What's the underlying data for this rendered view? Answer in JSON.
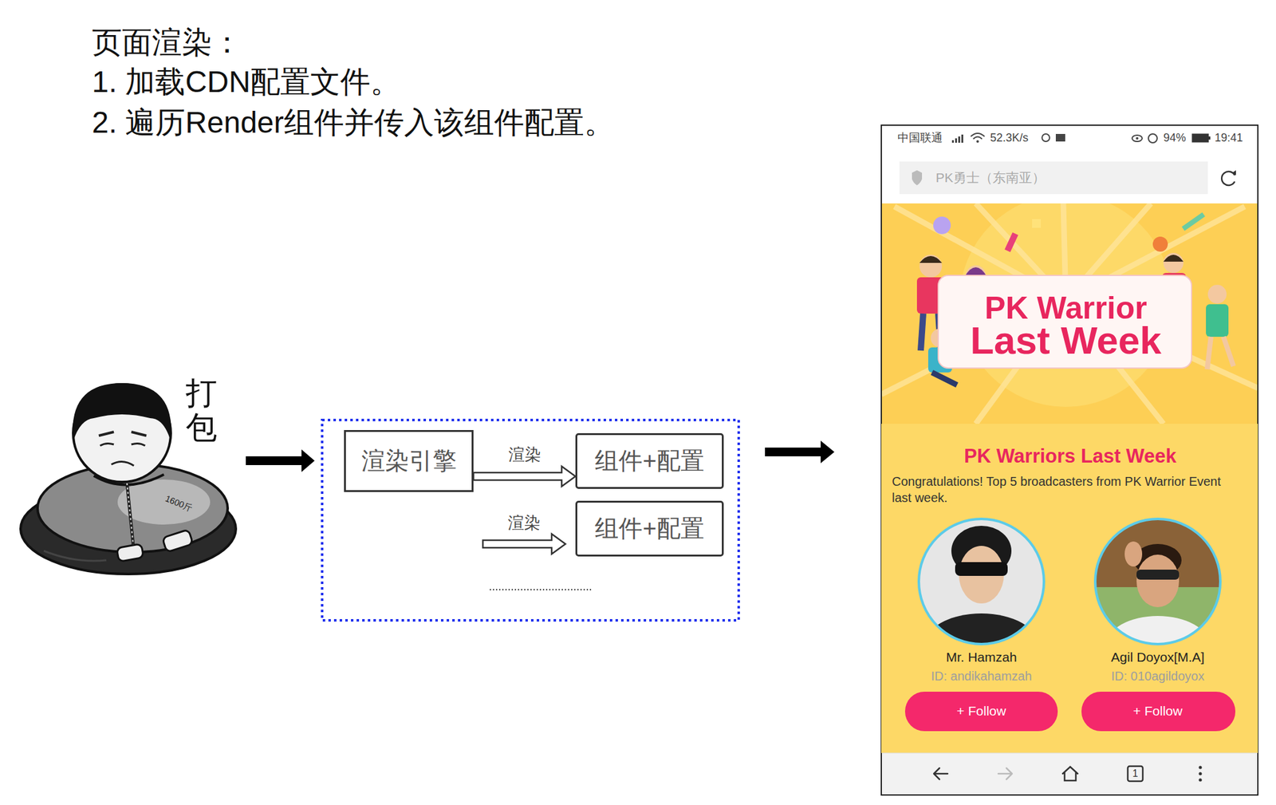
{
  "diagram": {
    "title": "页面渲染：",
    "nodes": [
      {
        "text": [
          "渲染引擎"
        ]
      },
      {
        "text": [
          "组件+配置"
        ]
      },
      {
        "text": [
          "组件+配置"
        ]
      }
    ],
    "edges": [
      {
        "from": 0,
        "to": 1,
        "arrow": "to",
        "label": "渲染"
      }
    ],
    "labels": [
      "1. 加载CDN配置文件。",
      "2. 遍历Render组件并传入该组件配置。",
      "打包",
      "1600斤",
      "渲染",
      "中国联通",
      "52.3K/s",
      "94%",
      "19:41",
      "PK勇士（东南亚）",
      "PK Warrior",
      "Last Week",
      "PK Warriors Last Week",
      "Congratulations! Top 5 broadcasters from PK Warrior Event last week.",
      "Mr. Hamzah",
      "ID: andikahamzah",
      "+ Follow",
      "Agil Doyox[M.A]",
      "ID: 010agildoyox",
      "+ Follow",
      "1"
    ]
  }
}
